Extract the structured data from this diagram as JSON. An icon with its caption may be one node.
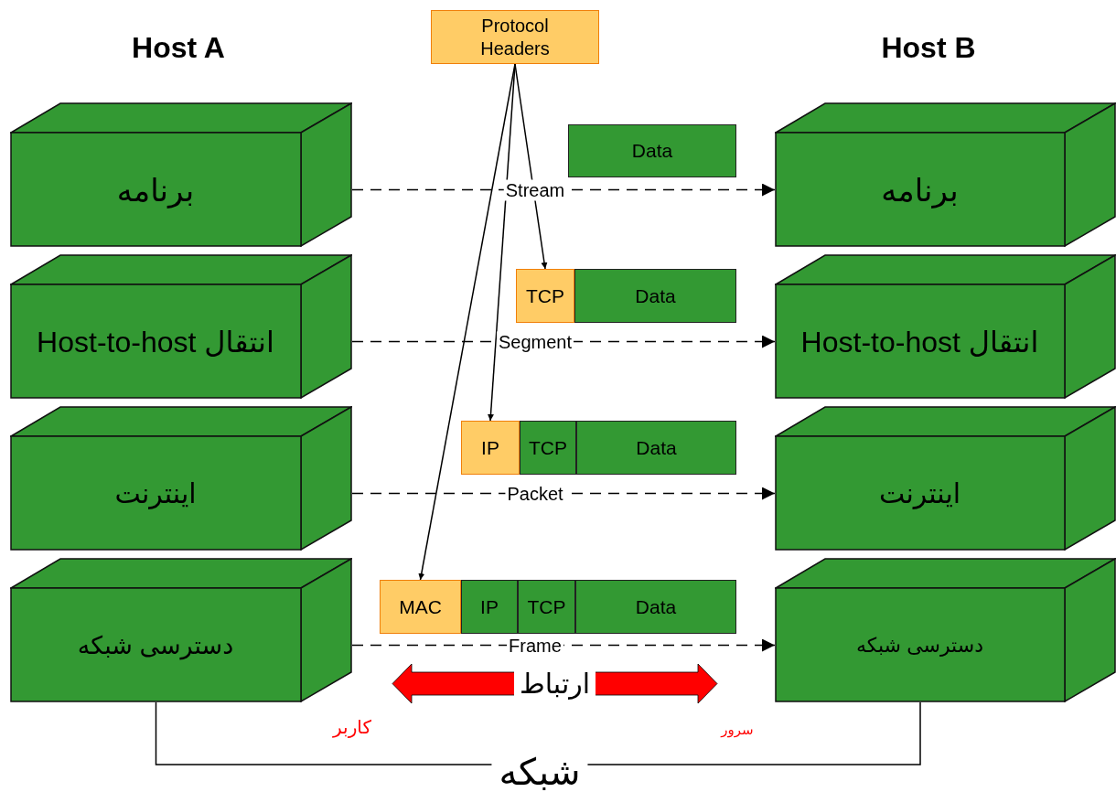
{
  "diagram": {
    "nodes": [
      {
        "text": [
          "Protocol Headers"
        ]
      },
      {
        "text": [
          "برنامه"
        ]
      },
      {
        "text": [
          "Host-to-host انتقال"
        ]
      },
      {
        "text": [
          "اینترنت"
        ]
      },
      {
        "text": [
          "دسترسی شبکه"
        ]
      },
      {
        "text": [
          "برنامه"
        ]
      },
      {
        "text": [
          "Host-to-host انتقال"
        ]
      },
      {
        "text": [
          "اینترنت"
        ]
      },
      {
        "text": [
          "دسترسی شبکه"
        ]
      },
      {
        "text": [
          "Data"
        ]
      },
      {
        "text": [
          "TCP"
        ]
      },
      {
        "text": [
          "Data"
        ]
      },
      {
        "text": [
          "IP"
        ]
      },
      {
        "text": [
          "TCP"
        ]
      },
      {
        "text": [
          "Data"
        ]
      },
      {
        "text": [
          "MAC"
        ]
      },
      {
        "text": [
          "IP"
        ]
      },
      {
        "text": [
          "TCP"
        ]
      },
      {
        "text": [
          "Data"
        ]
      },
      {
        "text": [
          "ارتباط"
        ]
      }
    ],
    "edges": [
      {
        "from": 1,
        "to": 5,
        "arrow": "to",
        "label": "Stream",
        "style": "dashed"
      },
      {
        "from": 2,
        "to": 6,
        "arrow": "to",
        "label": "Segment",
        "style": "dashed"
      },
      {
        "from": 3,
        "to": 7,
        "arrow": "to",
        "label": "Packet",
        "style": "dashed"
      },
      {
        "from": 4,
        "to": 8,
        "arrow": "to",
        "label": "Frame",
        "style": "dashed"
      },
      {
        "from": 0,
        "to": 10,
        "arrow": "to"
      },
      {
        "from": 0,
        "to": 12,
        "arrow": "to"
      },
      {
        "from": 0,
        "to": 15,
        "arrow": "to"
      },
      {
        "from": 4,
        "to": 8,
        "arrow": "none",
        "label": "شبکه"
      }
    ],
    "labels": [
      "Host A",
      "Host B",
      "کاربر",
      "سرور"
    ]
  }
}
